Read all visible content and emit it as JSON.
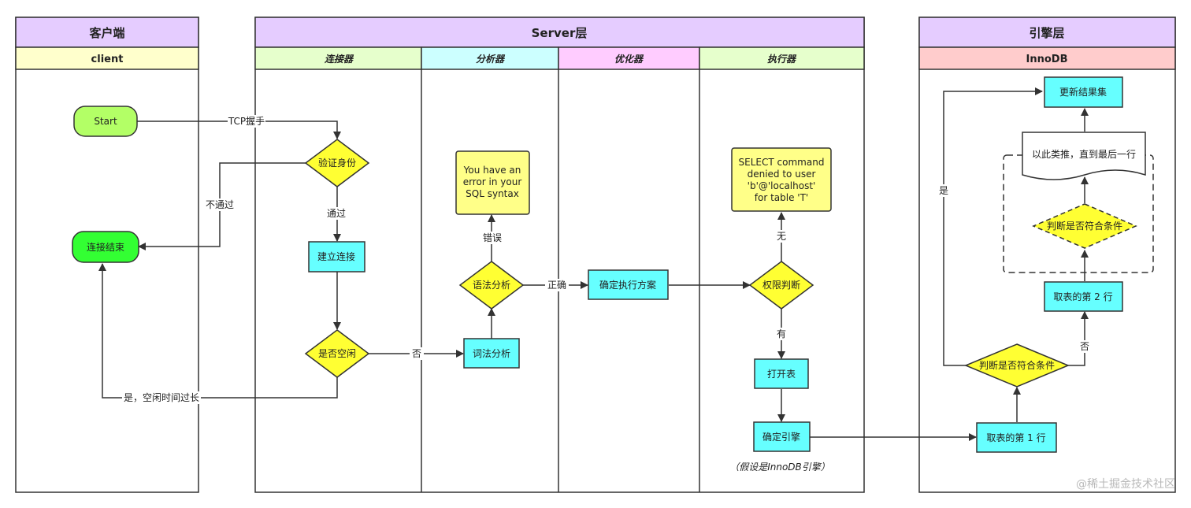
{
  "lanes": {
    "client": {
      "title": "客户端",
      "subtitle": "client"
    },
    "server": {
      "title": "Server层",
      "sub": [
        "连接器",
        "分析器",
        "优化器",
        "执行器"
      ]
    },
    "engine": {
      "title": "引擎层",
      "subtitle": "InnoDB"
    }
  },
  "nodes": {
    "start": "Start",
    "conn_end": "连接结束",
    "verify": "验证身份",
    "build_conn": "建立连接",
    "idle": "是否空闲",
    "lexical": "词法分析",
    "syntax": "语法分析",
    "syntax_error": [
      "You have an",
      "error in your",
      "SQL syntax"
    ],
    "plan": "确定执行方案",
    "permission": "权限判断",
    "denied": [
      "SELECT command",
      "denied to user",
      "'b'@'localhost'",
      "for table 'T'"
    ],
    "open_table": "打开表",
    "engine_pick": "确定引擎",
    "engine_note": "（假设是InnoDB引擎）",
    "fetch1": "取表的第 1 行",
    "judge1": "判断是否符合条件",
    "fetch2": "取表的第 2 行",
    "judge2": "判断是否符合条件",
    "loop_doc": "以此类推，直到最后一行",
    "update": "更新结果集"
  },
  "edges": {
    "tcp": "TCP握手",
    "fail": "不通过",
    "pass": "通过",
    "no": "否",
    "idle_long": "是，空闲时间过长",
    "error": "错误",
    "correct": "正确",
    "none": "无",
    "have": "有",
    "no2": "否",
    "yes": "是"
  },
  "watermark": "@稀土掘金技术社区",
  "colors": {
    "lane_header": "#e5ccff",
    "client_sub": "#ffffcc",
    "sub_connector": "#e6ffcc",
    "sub_analyzer": "#ccffff",
    "sub_optimizer": "#ffccff",
    "sub_executor": "#e6ffcc",
    "engine_sub": "#ffcccc",
    "start_fill": "#b3ff66",
    "end_fill": "#33ff33",
    "decision_fill": "#ffff33",
    "process_fill": "#66ffff",
    "note_fill": "#ffff88"
  }
}
